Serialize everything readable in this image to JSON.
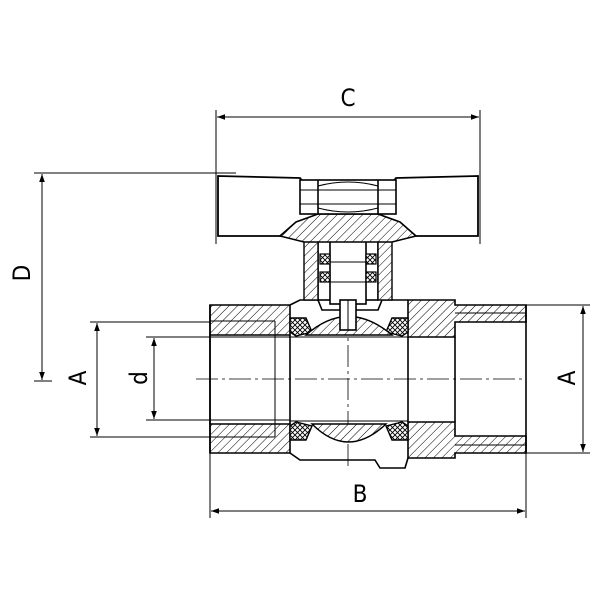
{
  "dimensions": {
    "C": "C",
    "D": "D",
    "A_left": "A",
    "d": "d",
    "A_right": "A",
    "B": "B"
  }
}
